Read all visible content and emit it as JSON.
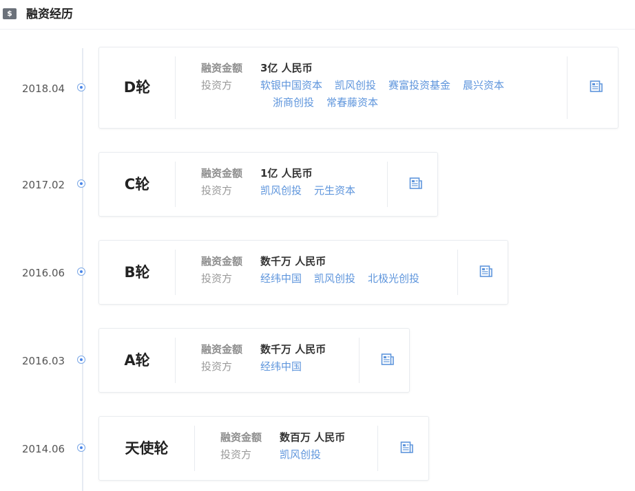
{
  "header": {
    "title": "融资经历",
    "icon": "money-icon"
  },
  "labels": {
    "amount": "融资金额",
    "investors": "投资方"
  },
  "colors": {
    "accent": "#5e95dc",
    "timeline_dot": "#4a86e8"
  },
  "rounds": [
    {
      "date": "2018.04",
      "round": "D轮",
      "amount": "3亿 人民币",
      "investors": [
        "软银中国资本",
        "凯风创投",
        "赛富投资基金",
        "晨兴资本",
        "浙商创投",
        "常春藤资本"
      ]
    },
    {
      "date": "2017.02",
      "round": "C轮",
      "amount": "1亿 人民币",
      "investors": [
        "凯风创投",
        "元生资本"
      ]
    },
    {
      "date": "2016.06",
      "round": "B轮",
      "amount": "数千万 人民币",
      "investors": [
        "经纬中国",
        "凯风创投",
        "北极光创投"
      ]
    },
    {
      "date": "2016.03",
      "round": "A轮",
      "amount": "数千万 人民币",
      "investors": [
        "经纬中国"
      ]
    },
    {
      "date": "2014.06",
      "round": "天使轮",
      "amount": "数百万 人民币",
      "investors": [
        "凯风创投"
      ]
    }
  ]
}
